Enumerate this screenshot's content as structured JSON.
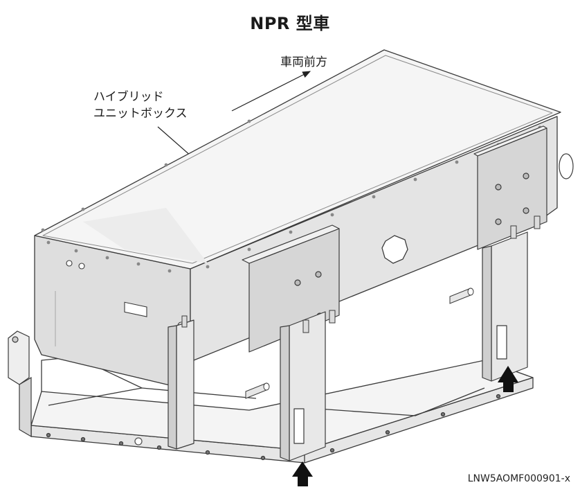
{
  "title": "NPR 型車",
  "labels": {
    "direction": "車両前方",
    "unit_line1": "ハイブリッド",
    "unit_line2": "ユニットボックス"
  },
  "figure_code": "LNW5AOMF000901-x",
  "colors": {
    "line": "#3a3a3a",
    "face_light": "#f2f2f2",
    "face_mid": "#dcdcdc",
    "face_dark": "#c4c4c4",
    "arrow": "#111111"
  }
}
